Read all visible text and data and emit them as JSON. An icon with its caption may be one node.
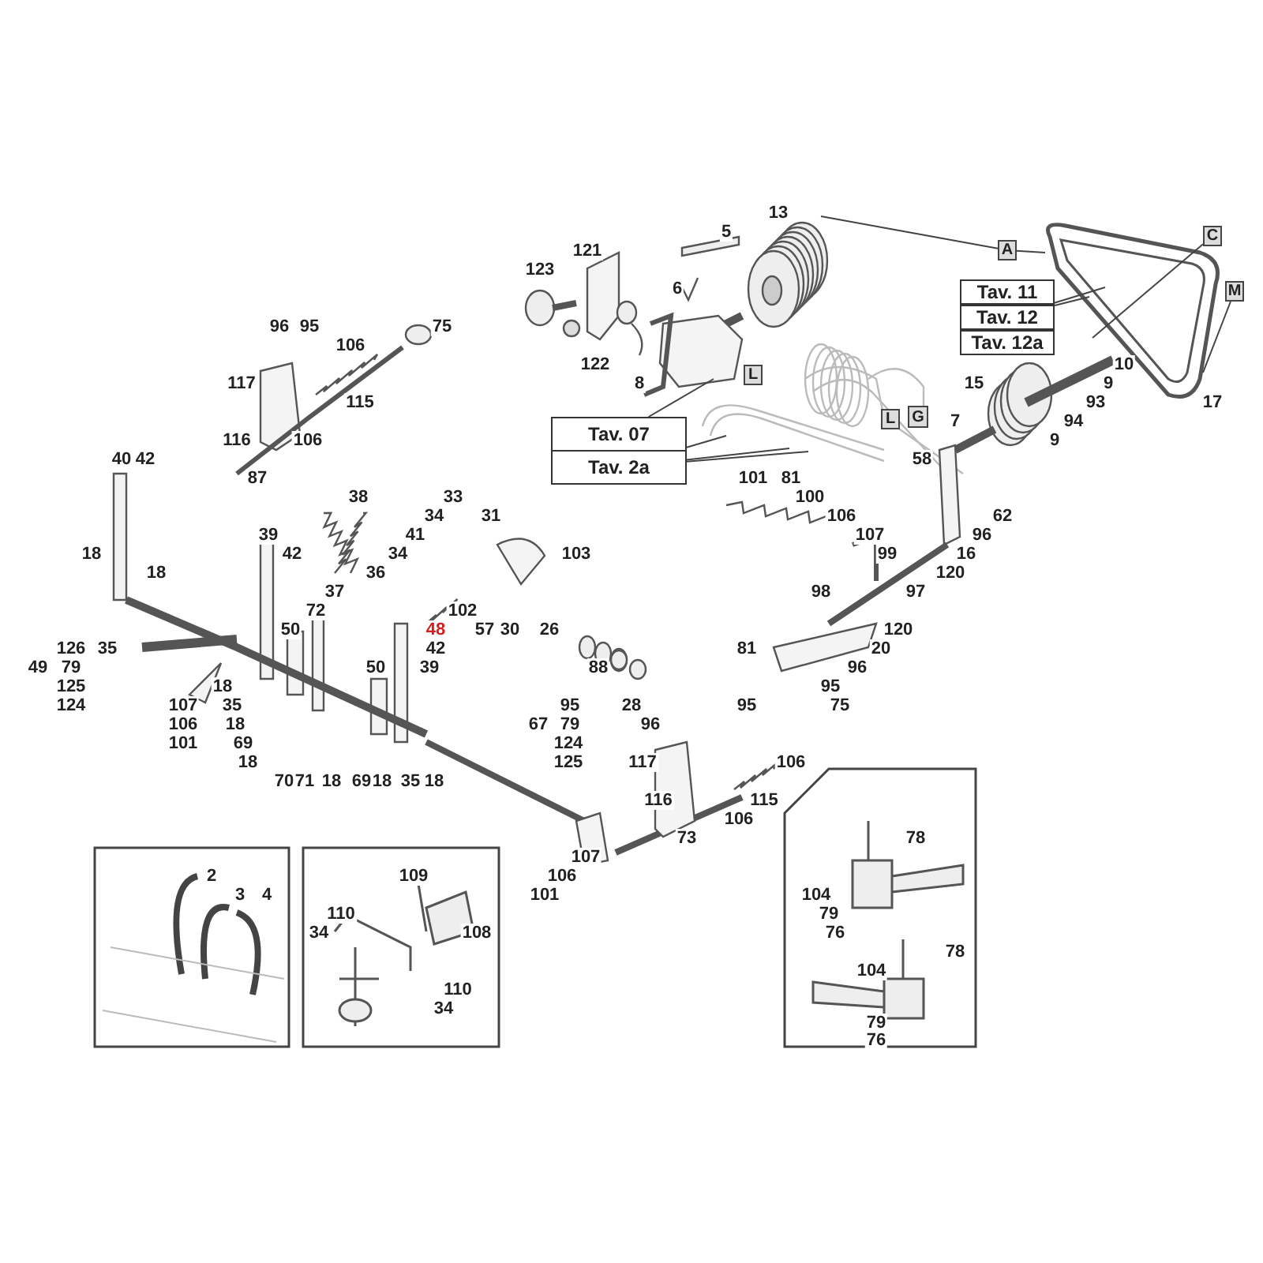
{
  "diagram": {
    "nodes": [
      {
        "text": [
          "Tav. 07"
        ]
      },
      {
        "text": [
          "Tav. 2a"
        ]
      },
      {
        "text": [
          "Tav. 11"
        ]
      },
      {
        "text": [
          "Tav. 12"
        ]
      },
      {
        "text": [
          "Tav. 12a"
        ]
      },
      {
        "text": [
          "A"
        ]
      },
      {
        "text": [
          "C"
        ]
      },
      {
        "text": [
          "M"
        ]
      },
      {
        "text": [
          "L"
        ]
      },
      {
        "text": [
          "L"
        ]
      },
      {
        "text": [
          "G"
        ]
      }
    ],
    "edges": [
      {
        "from": 0,
        "to": null,
        "arrow": "none"
      },
      {
        "from": 1,
        "to": null,
        "arrow": "none"
      },
      {
        "from": 1,
        "to": null,
        "arrow": "none"
      },
      {
        "from": 1,
        "to": null,
        "arrow": "none"
      },
      {
        "from": 3,
        "to": null,
        "arrow": "none"
      },
      {
        "from": 3,
        "to": null,
        "arrow": "none"
      },
      {
        "from": 5,
        "to": null,
        "arrow": "none"
      },
      {
        "from": 5,
        "to": null,
        "arrow": "none"
      },
      {
        "from": 6,
        "to": null,
        "arrow": "none"
      },
      {
        "from": 7,
        "to": null,
        "arrow": "none"
      }
    ],
    "labels": [
      "13",
      "5",
      "121",
      "123",
      "6",
      "96",
      "95",
      "75",
      "106",
      "122",
      "10",
      "117",
      "8",
      "15",
      "9",
      "115",
      "93",
      "17",
      "7",
      "94",
      "116",
      "106",
      "9",
      "40",
      "42",
      "58",
      "87",
      "101",
      "81",
      "38",
      "33",
      "100",
      "34",
      "31",
      "106",
      "62",
      "39",
      "41",
      "107",
      "96",
      "18",
      "42",
      "34",
      "103",
      "99",
      "16",
      "18",
      "36",
      "120",
      "37",
      "98",
      "97",
      "72",
      "102",
      "50",
      "48",
      "57",
      "30",
      "26",
      "120",
      "126",
      "35",
      "42",
      "81",
      "20",
      "49",
      "79",
      "50",
      "39",
      "88",
      "96",
      "125",
      "18",
      "95",
      "124",
      "107",
      "35",
      "95",
      "28",
      "95",
      "75",
      "106",
      "18",
      "67",
      "79",
      "96",
      "101",
      "69",
      "124",
      "18",
      "125",
      "117",
      "106",
      "70",
      "71",
      "18",
      "69",
      "18",
      "35",
      "18",
      "116",
      "115",
      "106",
      "73",
      "78",
      "107",
      "2",
      "109",
      "106",
      "3",
      "4",
      "101",
      "104",
      "110",
      "79",
      "34",
      "108",
      "76",
      "78",
      "104",
      "110",
      "34",
      "79",
      "76"
    ]
  }
}
